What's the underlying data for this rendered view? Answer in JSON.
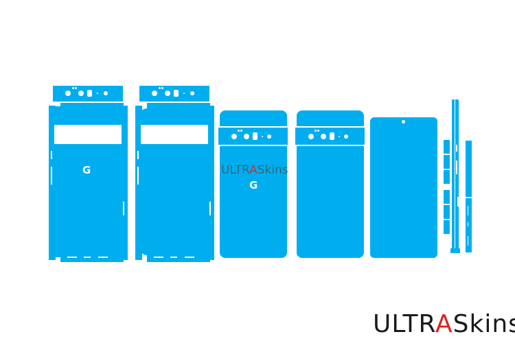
{
  "watermark": {
    "part1": "ULTR",
    "accent": "A",
    "part2": "Skins"
  },
  "logo": {
    "part1": "ULTR",
    "accent": "A",
    "part2": "Skins"
  },
  "brand_mark": "G",
  "colors": {
    "skin": "#00aeef",
    "accent": "#e02020"
  }
}
